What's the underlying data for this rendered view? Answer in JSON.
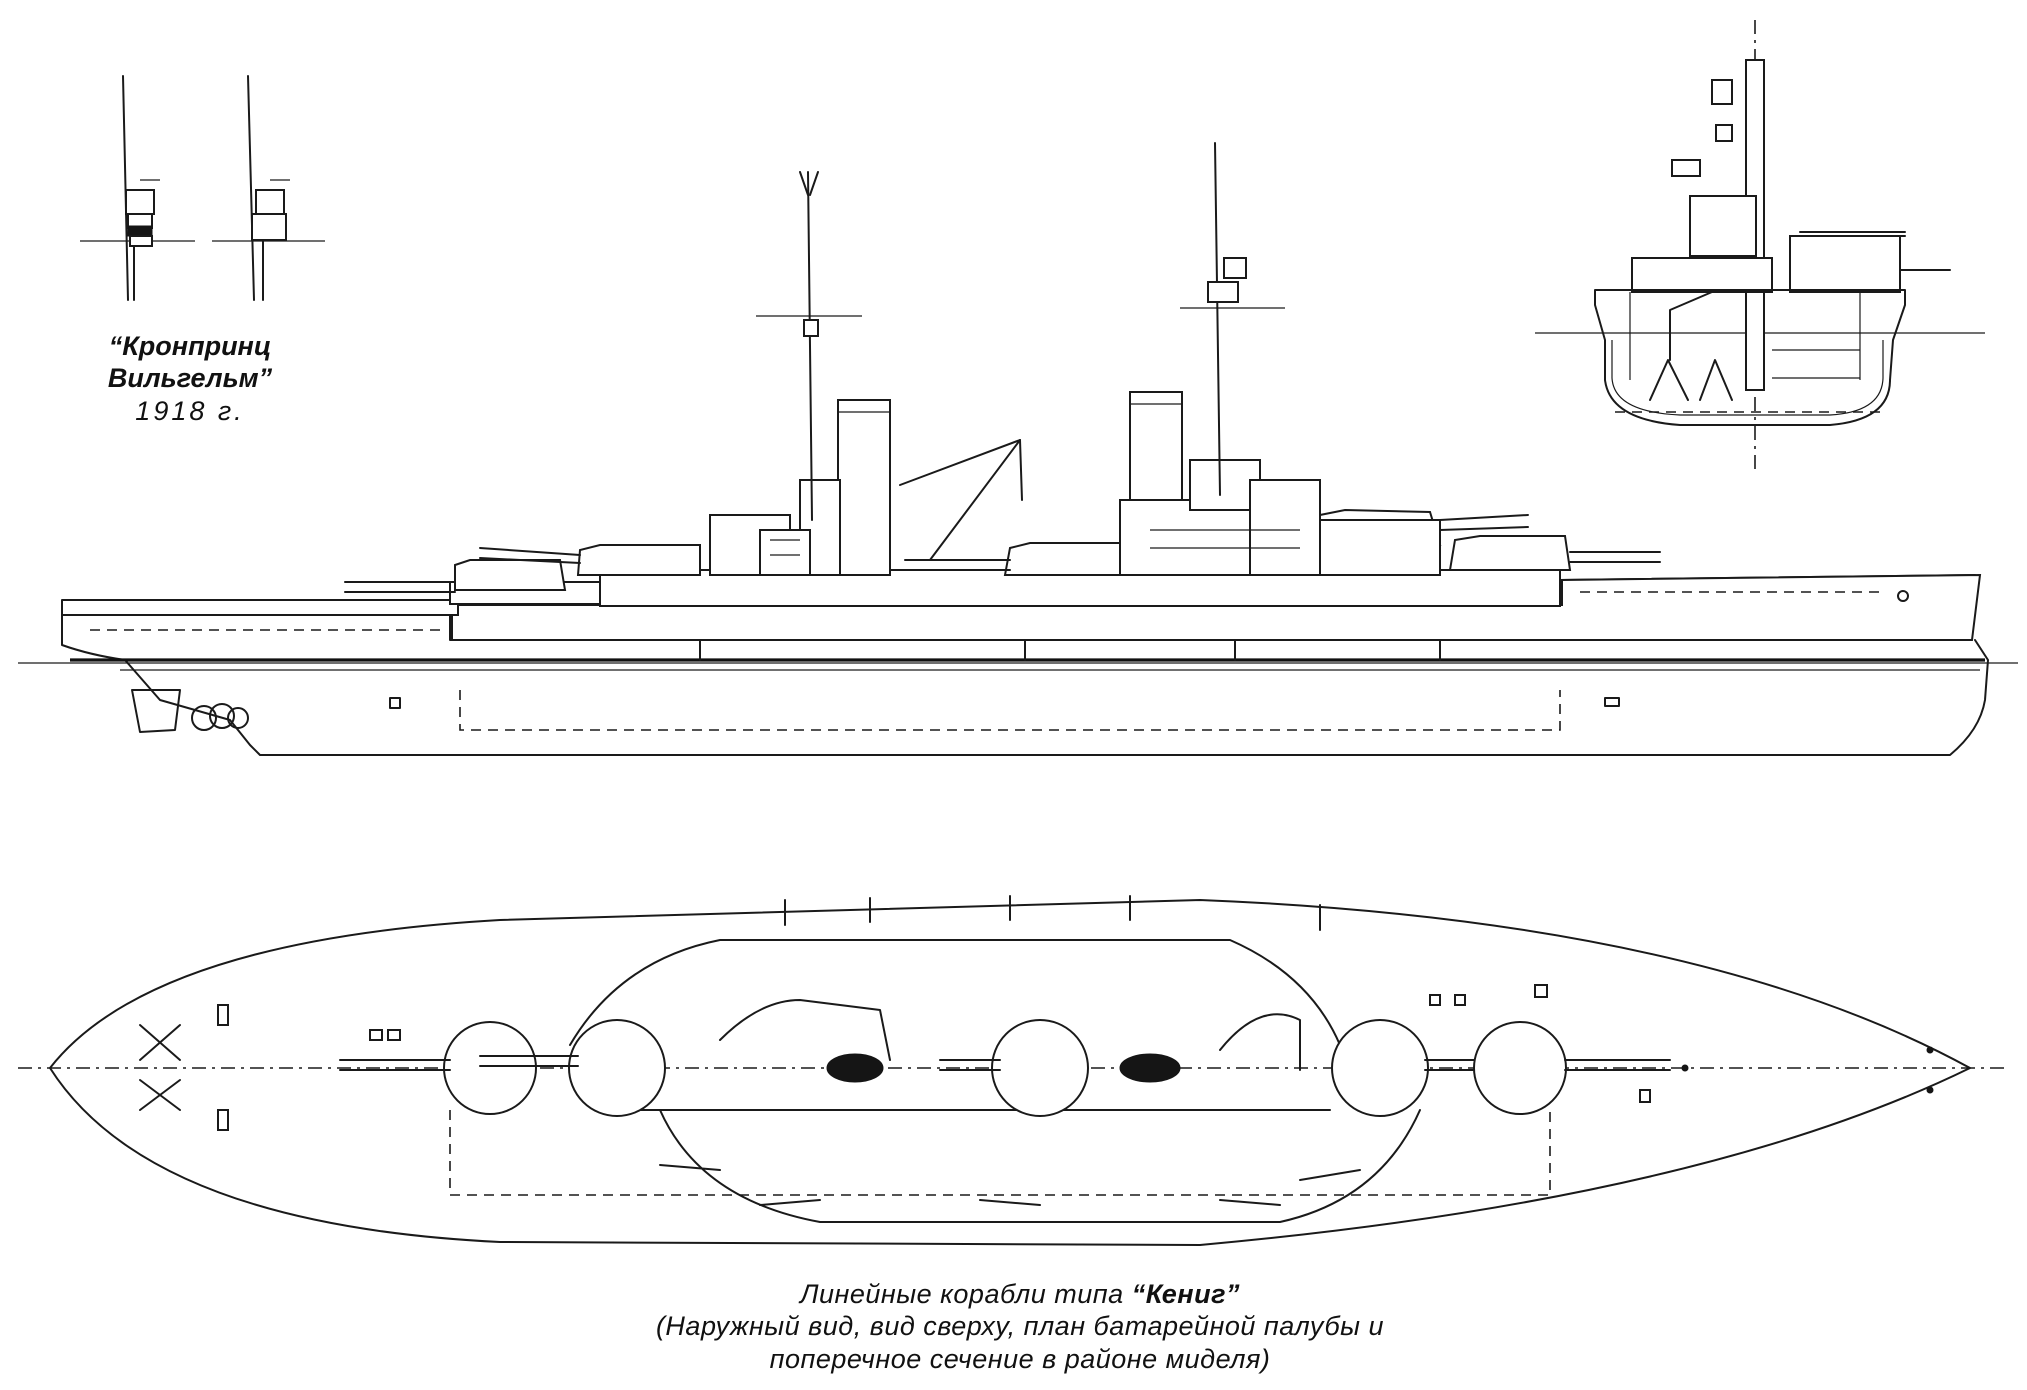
{
  "inset_label": {
    "ship_name_line1": "“Кронпринц",
    "ship_name_line2": "Вильгельм”",
    "year": "1918 г."
  },
  "caption": {
    "line1_prefix": "Линейные корабли типа ",
    "line1_ship": "“Кениг”",
    "line2": "(Наружный вид, вид сверху, план батарейной палубы и",
    "line3": "поперечное сечение в районе миделя)"
  },
  "colors": {
    "ink": "#1a1a1a",
    "paper": "#ffffff"
  }
}
